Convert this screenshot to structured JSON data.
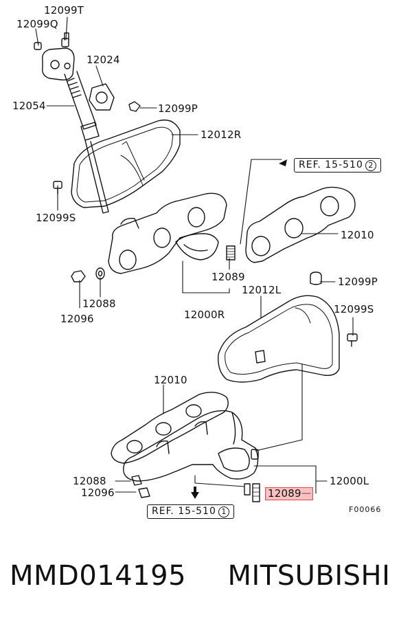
{
  "labels": {
    "p12099t": "12099T",
    "p12099q": "12099Q",
    "p12024": "12024",
    "p12054": "12054",
    "p12099p_top": "12099P",
    "p12012r": "12012R",
    "p12099s_left": "12099S",
    "p12010_right": "12010",
    "p12089_mid": "12089",
    "p12088_top": "12088",
    "p12096_top": "12096",
    "p12000r": "12000R",
    "p12012l": "12012L",
    "p12099p_right": "12099P",
    "p12099s_right": "12099S",
    "p12010_lower": "12010",
    "p12088_bottom": "12088",
    "p12096_bottom": "12096",
    "p12089_bottom": "12089",
    "p12000l": "12000L"
  },
  "refs": {
    "ref_upper": {
      "text": "REF. 15-510",
      "num": "2"
    },
    "ref_lower": {
      "text": "REF. 15-510",
      "num": "1"
    }
  },
  "figure_code": "F00066",
  "caption": {
    "part_number": "MMD014195",
    "brand": "MITSUBISHI"
  },
  "colors": {
    "highlight": "#e04848",
    "ink": "#111111"
  }
}
